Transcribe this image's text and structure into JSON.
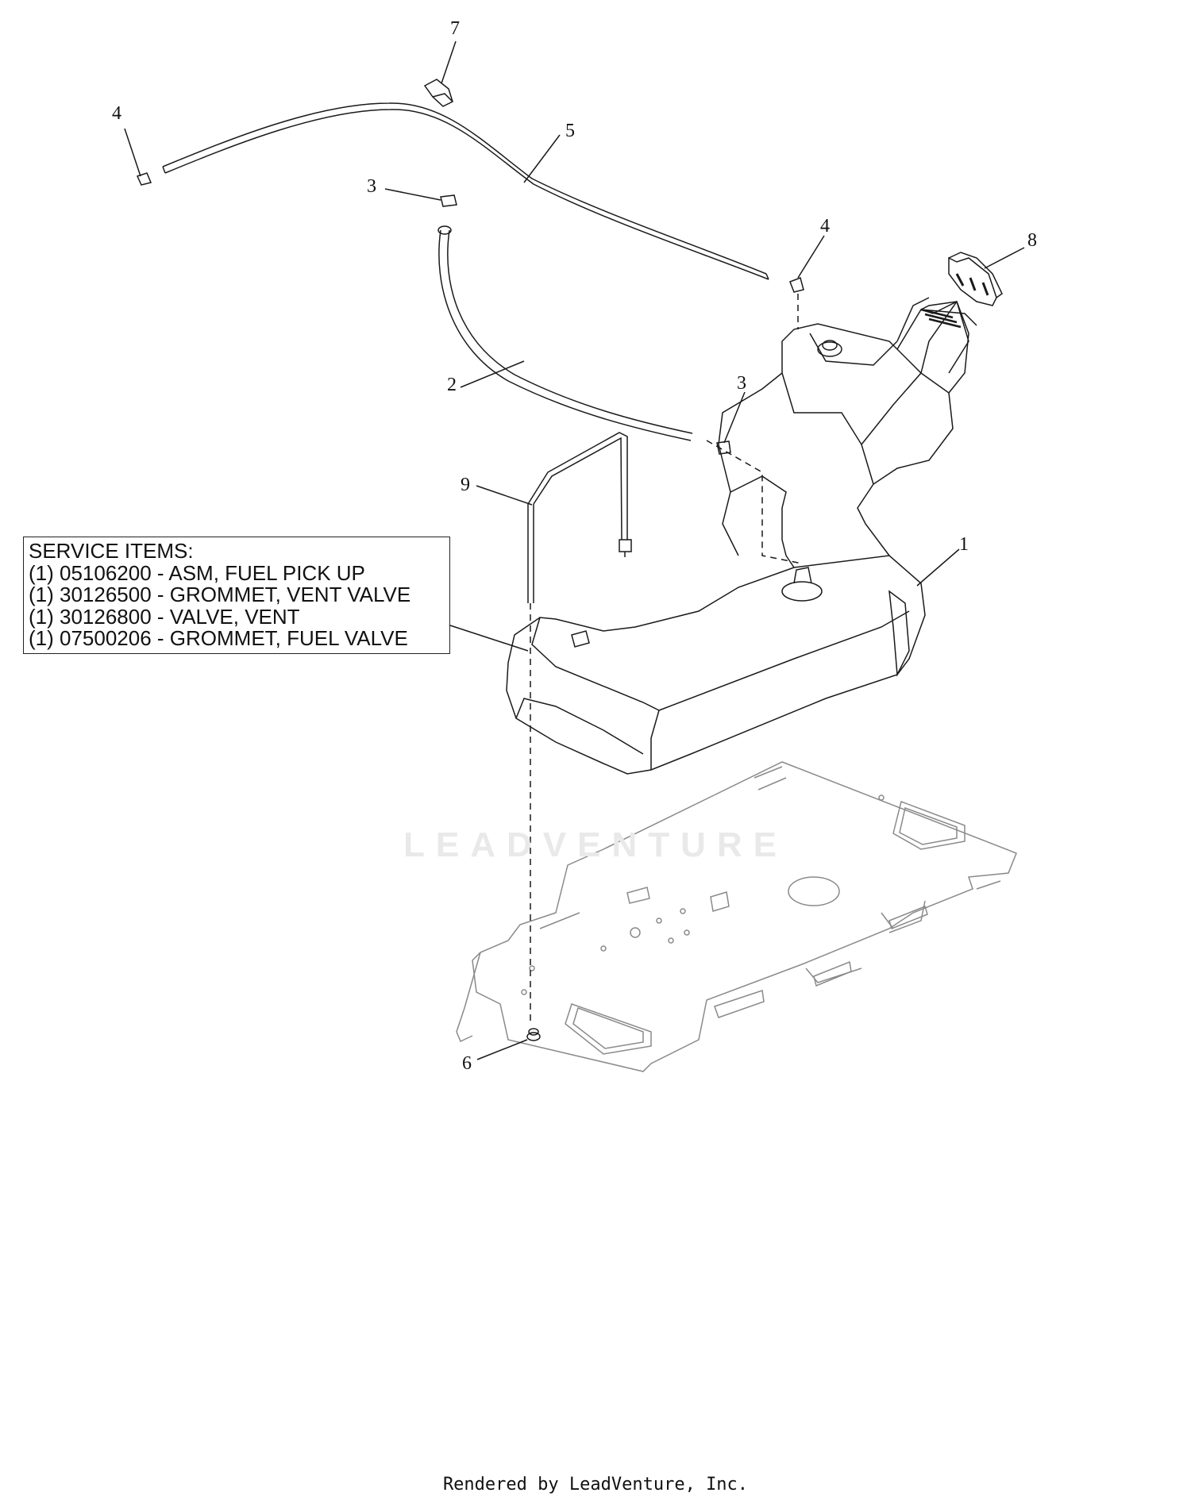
{
  "callouts": [
    {
      "id": "c1",
      "label": "1"
    },
    {
      "id": "c2",
      "label": "2"
    },
    {
      "id": "c3a",
      "label": "3"
    },
    {
      "id": "c3b",
      "label": "3"
    },
    {
      "id": "c4a",
      "label": "4"
    },
    {
      "id": "c4b",
      "label": "4"
    },
    {
      "id": "c5",
      "label": "5"
    },
    {
      "id": "c6",
      "label": "6"
    },
    {
      "id": "c7",
      "label": "7"
    },
    {
      "id": "c8",
      "label": "8"
    },
    {
      "id": "c9",
      "label": "9"
    }
  ],
  "service_items": {
    "title": "SERVICE ITEMS:",
    "items": [
      "(1) 05106200 - ASM, FUEL PICK UP",
      "(1) 30126500 - GROMMET, VENT VALVE",
      "(1) 30126800 - VALVE, VENT",
      "(1) 07500206 - GROMMET, FUEL VALVE"
    ]
  },
  "watermark": "LEADVENTURE",
  "footer": "Rendered by LeadVenture, Inc.",
  "colors": {
    "line": "#1a1a1a",
    "plate": "#8a8a8a",
    "watermark": "#e9e9e9"
  }
}
